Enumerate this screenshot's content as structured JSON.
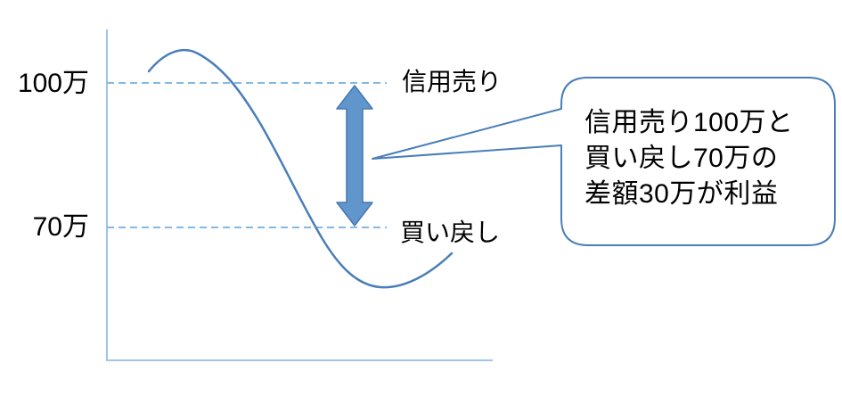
{
  "diagram": {
    "type": "margin-short-sell-explainer",
    "axis_values": {
      "upper": "100万",
      "lower": "70万"
    },
    "level_labels": {
      "upper": "信用売り",
      "lower": "買い戻し"
    },
    "callout": {
      "lines": [
        "信用売り100万と",
        "買い戻し70万の",
        "差額30万が利益"
      ]
    },
    "colors": {
      "curve": "#4A7EB8",
      "axis": "#A0C4E8",
      "dashed_line": "#85B8E4",
      "arrow_fill": "#6096CC",
      "arrow_border": "#4677B4",
      "callout_border": "#4A7EB8",
      "callout_fill": "#FFFFFF",
      "text": "#000000",
      "background": "#FFFFFF"
    }
  }
}
